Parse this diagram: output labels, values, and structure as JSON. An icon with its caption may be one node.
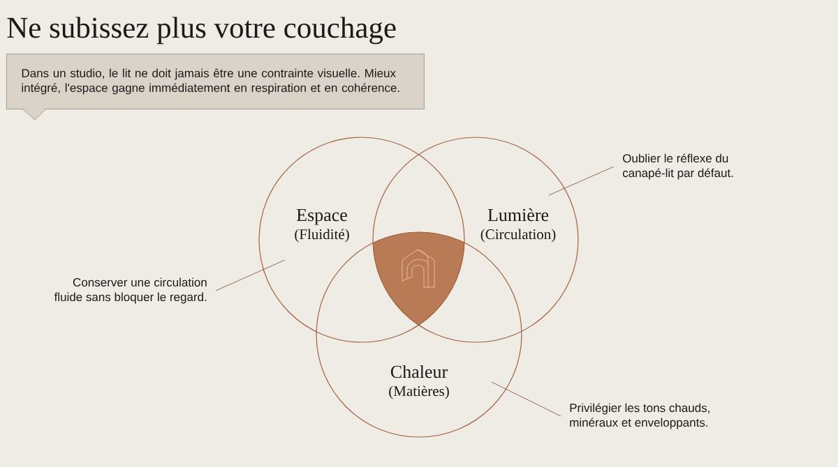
{
  "diagram": {
    "title": "Ne subissez plus votre couchage",
    "nodes": [
      {
        "text": [
          "Dans un studio, le lit ne doit jamais être une contrainte visuelle. Mieux intégré, l'espace gagne immédiatement en respiration et en cohérence."
        ]
      },
      {
        "text": [
          "Espace",
          "(Fluidité)"
        ]
      },
      {
        "text": [
          "Lumière",
          "(Circulation)"
        ]
      },
      {
        "text": [
          "Chaleur",
          "(Matières)"
        ]
      },
      {
        "text": [
          "Oublier le réflexe du canapé-lit par défaut."
        ]
      },
      {
        "text": [
          "Conserver une circulation fluide sans bloquer le regard."
        ]
      },
      {
        "text": [
          "Privilégier les tons chauds, minéraux et enveloppants."
        ]
      }
    ],
    "edges": [
      {
        "from": 4,
        "to": 2,
        "arrow": "none"
      },
      {
        "from": 5,
        "to": 1,
        "arrow": "none"
      },
      {
        "from": 6,
        "to": 3,
        "arrow": "none"
      }
    ]
  }
}
